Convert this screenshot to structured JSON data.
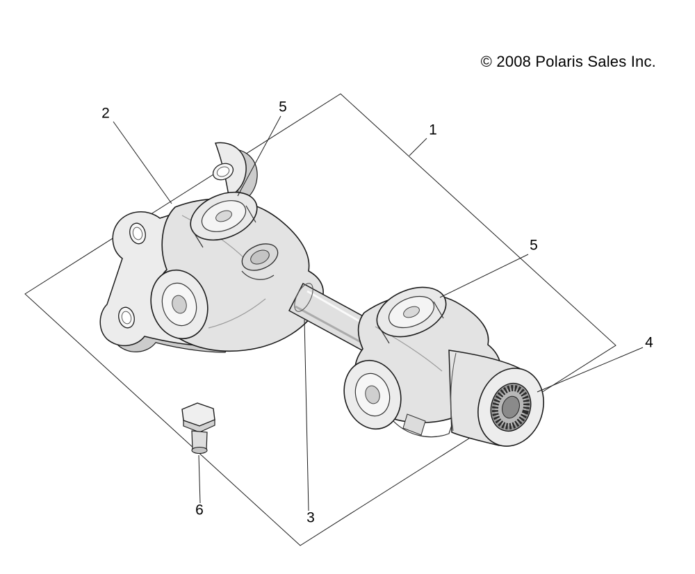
{
  "copyright": "© 2008 Polaris Sales Inc.",
  "callouts": [
    {
      "label": "1"
    },
    {
      "label": "2"
    },
    {
      "label": "3"
    },
    {
      "label": "4"
    },
    {
      "label": "5"
    },
    {
      "label": "5"
    },
    {
      "label": "6"
    }
  ],
  "colors": {
    "line": "#1a1a1a",
    "background": "#ffffff",
    "fill_light": "#ececec",
    "fill_mid": "#d9d9d9"
  }
}
